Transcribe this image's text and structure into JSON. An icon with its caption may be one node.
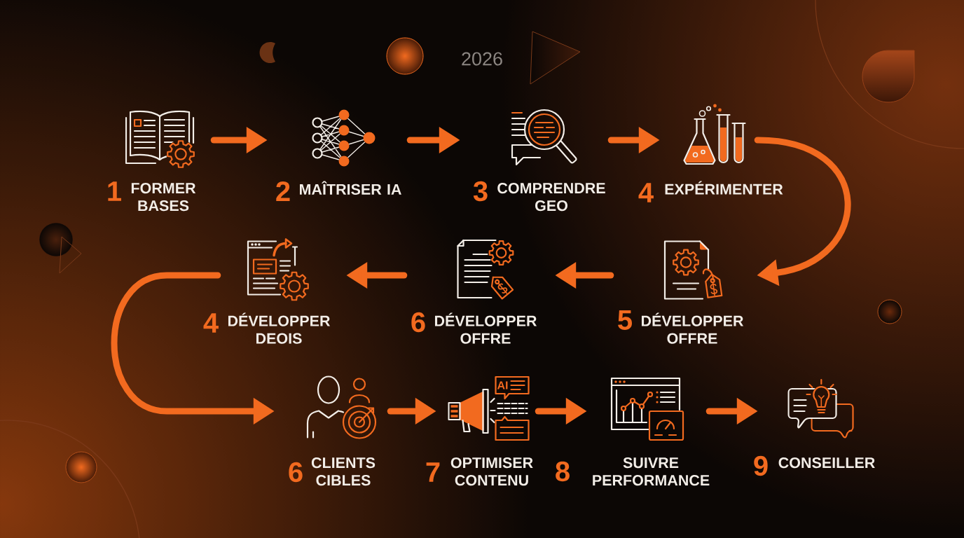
{
  "diagram": {
    "title": "2026",
    "nodes": [
      {
        "text": [
          "1",
          "FORMER BASES"
        ]
      },
      {
        "text": [
          "2",
          "MAÎTRISER IA"
        ]
      },
      {
        "text": [
          "3",
          "COMPRENDRE GEO"
        ]
      },
      {
        "text": [
          "4",
          "EXPÉRIMENTER"
        ]
      },
      {
        "text": [
          "5",
          "DÉVELOPPER OFFRE"
        ]
      },
      {
        "text": [
          "6",
          "DÉVELOPPER OFFRE"
        ]
      },
      {
        "text": [
          "4",
          "DÉVELOPPER DEOIS"
        ]
      },
      {
        "text": [
          "6",
          "CLIENTS CIBLES"
        ]
      },
      {
        "text": [
          "7",
          "OPTIMISER CONTENU"
        ]
      },
      {
        "text": [
          "8",
          "SUIVRE PERFORMANCE"
        ]
      },
      {
        "text": [
          "9",
          "CONSEILLER"
        ]
      }
    ],
    "edges": [
      {
        "from": 0,
        "to": 1,
        "arrow": "to"
      },
      {
        "from": 1,
        "to": 2,
        "arrow": "to"
      },
      {
        "from": 2,
        "to": 3,
        "arrow": "to"
      },
      {
        "from": 3,
        "to": 4,
        "arrow": "to"
      },
      {
        "from": 4,
        "to": 5,
        "arrow": "to"
      },
      {
        "from": 5,
        "to": 6,
        "arrow": "to"
      },
      {
        "from": 6,
        "to": 7,
        "arrow": "to"
      },
      {
        "from": 7,
        "to": 8,
        "arrow": "to"
      },
      {
        "from": 8,
        "to": 9,
        "arrow": "to"
      },
      {
        "from": 9,
        "to": 10,
        "arrow": "to"
      }
    ],
    "labels": [
      "AI"
    ]
  }
}
